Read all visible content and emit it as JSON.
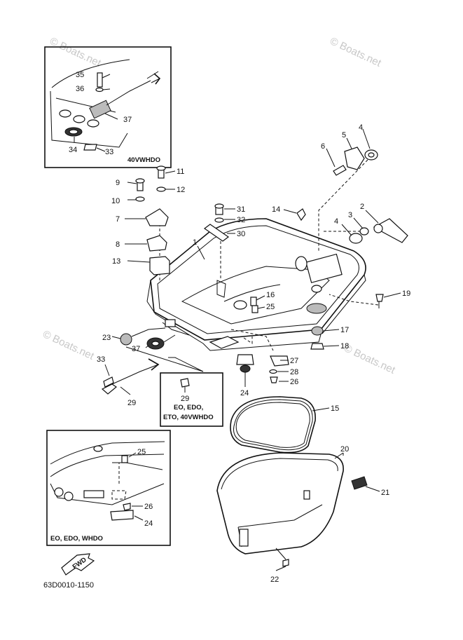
{
  "watermarks": [
    "© Boats.net",
    "© Boats.net",
    "© Boats.net",
    "© Boats.net"
  ],
  "insets": {
    "top_left_caption": "40VWHDO",
    "middle_caption_lines": [
      "EO, EDO,",
      "ETO, 40VWHDO"
    ],
    "bottom_left_caption": "EO, EDO, WHDO"
  },
  "fwd_label": "FWD",
  "drawing_number": "63D0010-1150",
  "callouts": {
    "c1": "1",
    "c2": "2",
    "c3": "3",
    "c4a": "4",
    "c4b": "4",
    "c5": "5",
    "c6": "6",
    "c7": "7",
    "c8": "8",
    "c9": "9",
    "c10": "10",
    "c11": "11",
    "c12": "12",
    "c13": "13",
    "c14": "14",
    "c15": "15",
    "c16": "16",
    "c17": "17",
    "c18": "18",
    "c19": "19",
    "c20": "20",
    "c21": "21",
    "c22": "22",
    "c23": "23",
    "c24a": "24",
    "c24b": "24",
    "c25a": "25",
    "c25b": "25",
    "c26a": "26",
    "c26b": "26",
    "c27": "27",
    "c28": "28",
    "c29a": "29",
    "c29b": "29",
    "c30": "30",
    "c31": "31",
    "c32": "32",
    "c33a": "33",
    "c33b": "33",
    "c34": "34",
    "c35": "35",
    "c36": "36",
    "c37a": "37",
    "c37b": "37"
  }
}
